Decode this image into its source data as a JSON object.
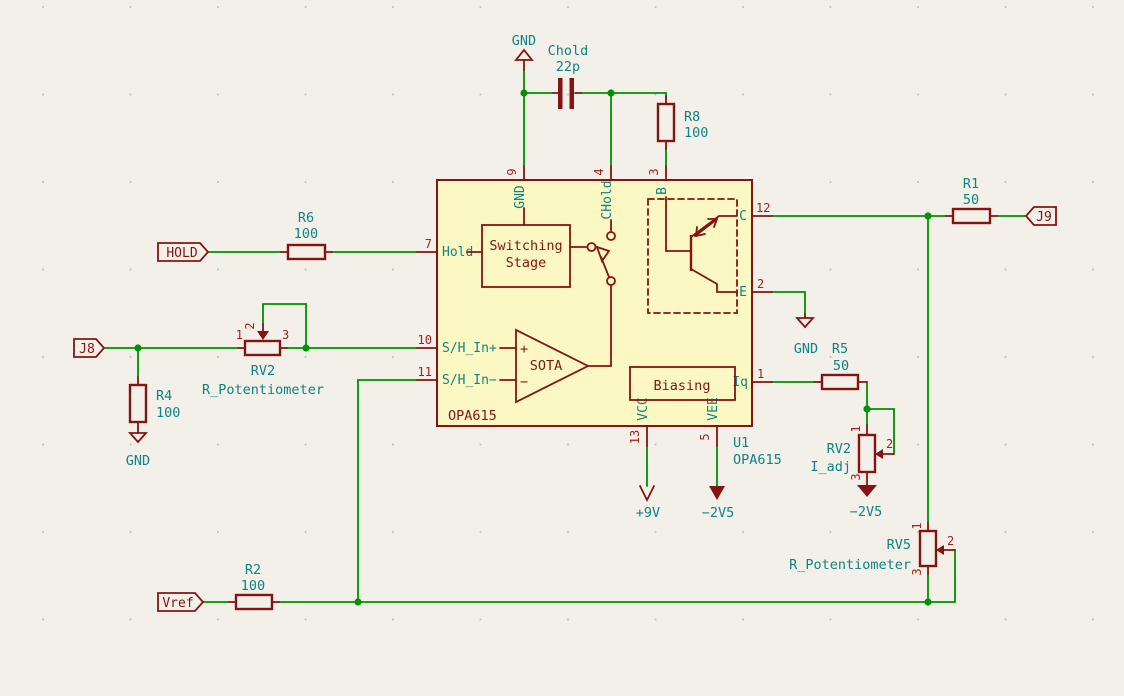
{
  "schematic": {
    "app": "KiCad Eeschema canvas",
    "colors": {
      "background": "#F2F0E8",
      "wire_green": "#009100",
      "symbol_maroon": "#841411",
      "field_teal": "#0E8484",
      "pin_number_red": "#A52019",
      "ic_fill_yellow": "#FBF8C4"
    }
  },
  "ic": {
    "ref": "U1",
    "value": "OPA615",
    "inner_name": "OPA615",
    "blocks": {
      "switching_line1": "Switching",
      "switching_line2": "Stage",
      "sota": "SOTA",
      "sota_plus": "+",
      "sota_minus": "−",
      "biasing": "Biasing"
    },
    "pins": {
      "p1": {
        "num": "1",
        "name": "Iq"
      },
      "p2": {
        "num": "2",
        "name": "E"
      },
      "p3": {
        "num": "3",
        "name": "B"
      },
      "p4": {
        "num": "4",
        "name": "CHold"
      },
      "p5": {
        "num": "5",
        "name": "VEE"
      },
      "p7": {
        "num": "7",
        "name": "Hold"
      },
      "p9": {
        "num": "9",
        "name": "GND"
      },
      "p10": {
        "num": "10",
        "name": "S/H_In+"
      },
      "p11": {
        "num": "11",
        "name": "S/H_In−"
      },
      "p12": {
        "num": "12",
        "name": "C"
      },
      "p13": {
        "num": "13",
        "name": "VCC"
      }
    }
  },
  "resistors": {
    "r1": {
      "ref": "R1",
      "value": "50"
    },
    "r2": {
      "ref": "R2",
      "value": "100"
    },
    "r4": {
      "ref": "R4",
      "value": "100"
    },
    "r5": {
      "ref": "R5",
      "value": "50"
    },
    "r6": {
      "ref": "R6",
      "value": "100"
    },
    "r8": {
      "ref": "R8",
      "value": "100"
    }
  },
  "capacitor": {
    "ref": "Chold",
    "value": "22p"
  },
  "potentiometers": {
    "rv2_input": {
      "ref": "RV2",
      "value": "R_Potentiometer",
      "pin1": "1",
      "pin2": "2",
      "pin3": "3"
    },
    "rv2_iadj": {
      "ref": "RV2",
      "value": "I_adj",
      "pin1": "1",
      "pin2": "2",
      "pin3": "3"
    },
    "rv5": {
      "ref": "RV5",
      "value": "R_Potentiometer",
      "pin1": "1",
      "pin2": "2",
      "pin3": "3"
    }
  },
  "labels": {
    "hold": "HOLD",
    "j8": "J8",
    "j9": "J9",
    "vref": "Vref"
  },
  "power": {
    "gnd_top": "GND",
    "gnd_r4": "GND",
    "gnd_e": "GND",
    "plus9v": "+9V",
    "minus2v5_vee": "−2V5",
    "minus2v5_iadj": "−2V5"
  }
}
